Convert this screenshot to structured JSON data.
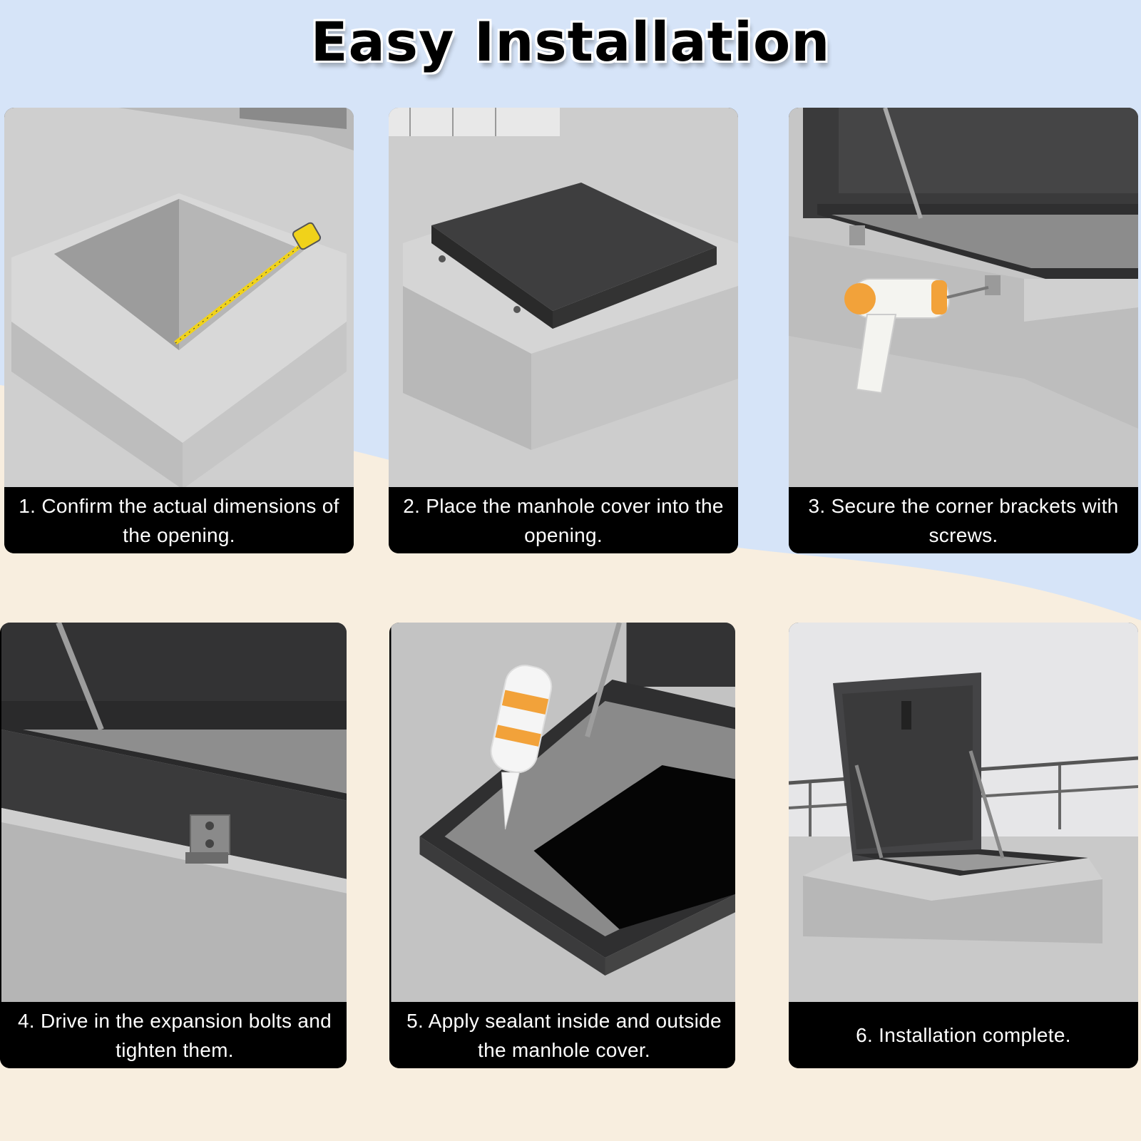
{
  "title": "Easy Installation",
  "steps": [
    {
      "caption": "1. Confirm the actual dimensions of the opening."
    },
    {
      "caption": "2. Place the manhole cover into the opening."
    },
    {
      "caption": "3. Secure the corner brackets with screws."
    },
    {
      "caption": "4. Drive in the expansion bolts and tighten them."
    },
    {
      "caption": "5. Apply sealant inside and outside the manhole cover."
    },
    {
      "caption": "6. Installation complete."
    }
  ],
  "colors": {
    "background_blue": "#d6e4f8",
    "background_cream": "#f8eedf",
    "concrete": "#c9c9c9",
    "metal": "#3e3e3f",
    "caption_bg": "#000000",
    "caption_text": "#ffffff",
    "accent_yellow": "#f0d21a",
    "accent_orange": "#f2a23a"
  }
}
